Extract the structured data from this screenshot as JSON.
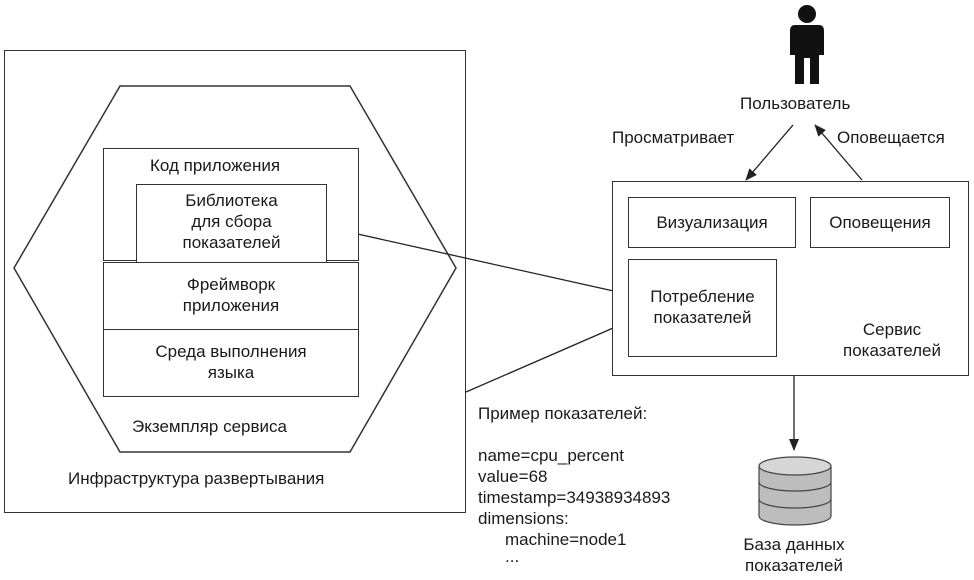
{
  "deployment_infra": {
    "label": "Инфраструктура развертывания"
  },
  "service_instance": {
    "label": "Экземпляр сервиса",
    "app_code": "Код приложения",
    "metrics_library": [
      "Библиотека",
      "для сбора",
      "показателей"
    ],
    "app_framework": [
      "Фреймворк",
      "приложения"
    ],
    "language_runtime": [
      "Среда выполнения",
      "языка"
    ]
  },
  "user": {
    "label": "Пользователь",
    "views_label": "Просматривает",
    "notified_label": "Оповещается"
  },
  "metrics_service": {
    "label": [
      "Сервис",
      "показателей"
    ],
    "visualization": "Визуализация",
    "alerts": "Оповещения",
    "ingestion": [
      "Потребление",
      "показателей"
    ]
  },
  "database": {
    "label": [
      "База данных",
      "показателей"
    ]
  },
  "sample": {
    "title": "Пример показателей:",
    "lines": [
      "name=cpu_percent",
      "value=68",
      "timestamp=34938934893",
      "dimensions:"
    ],
    "indented": [
      "machine=node1",
      "..."
    ]
  }
}
